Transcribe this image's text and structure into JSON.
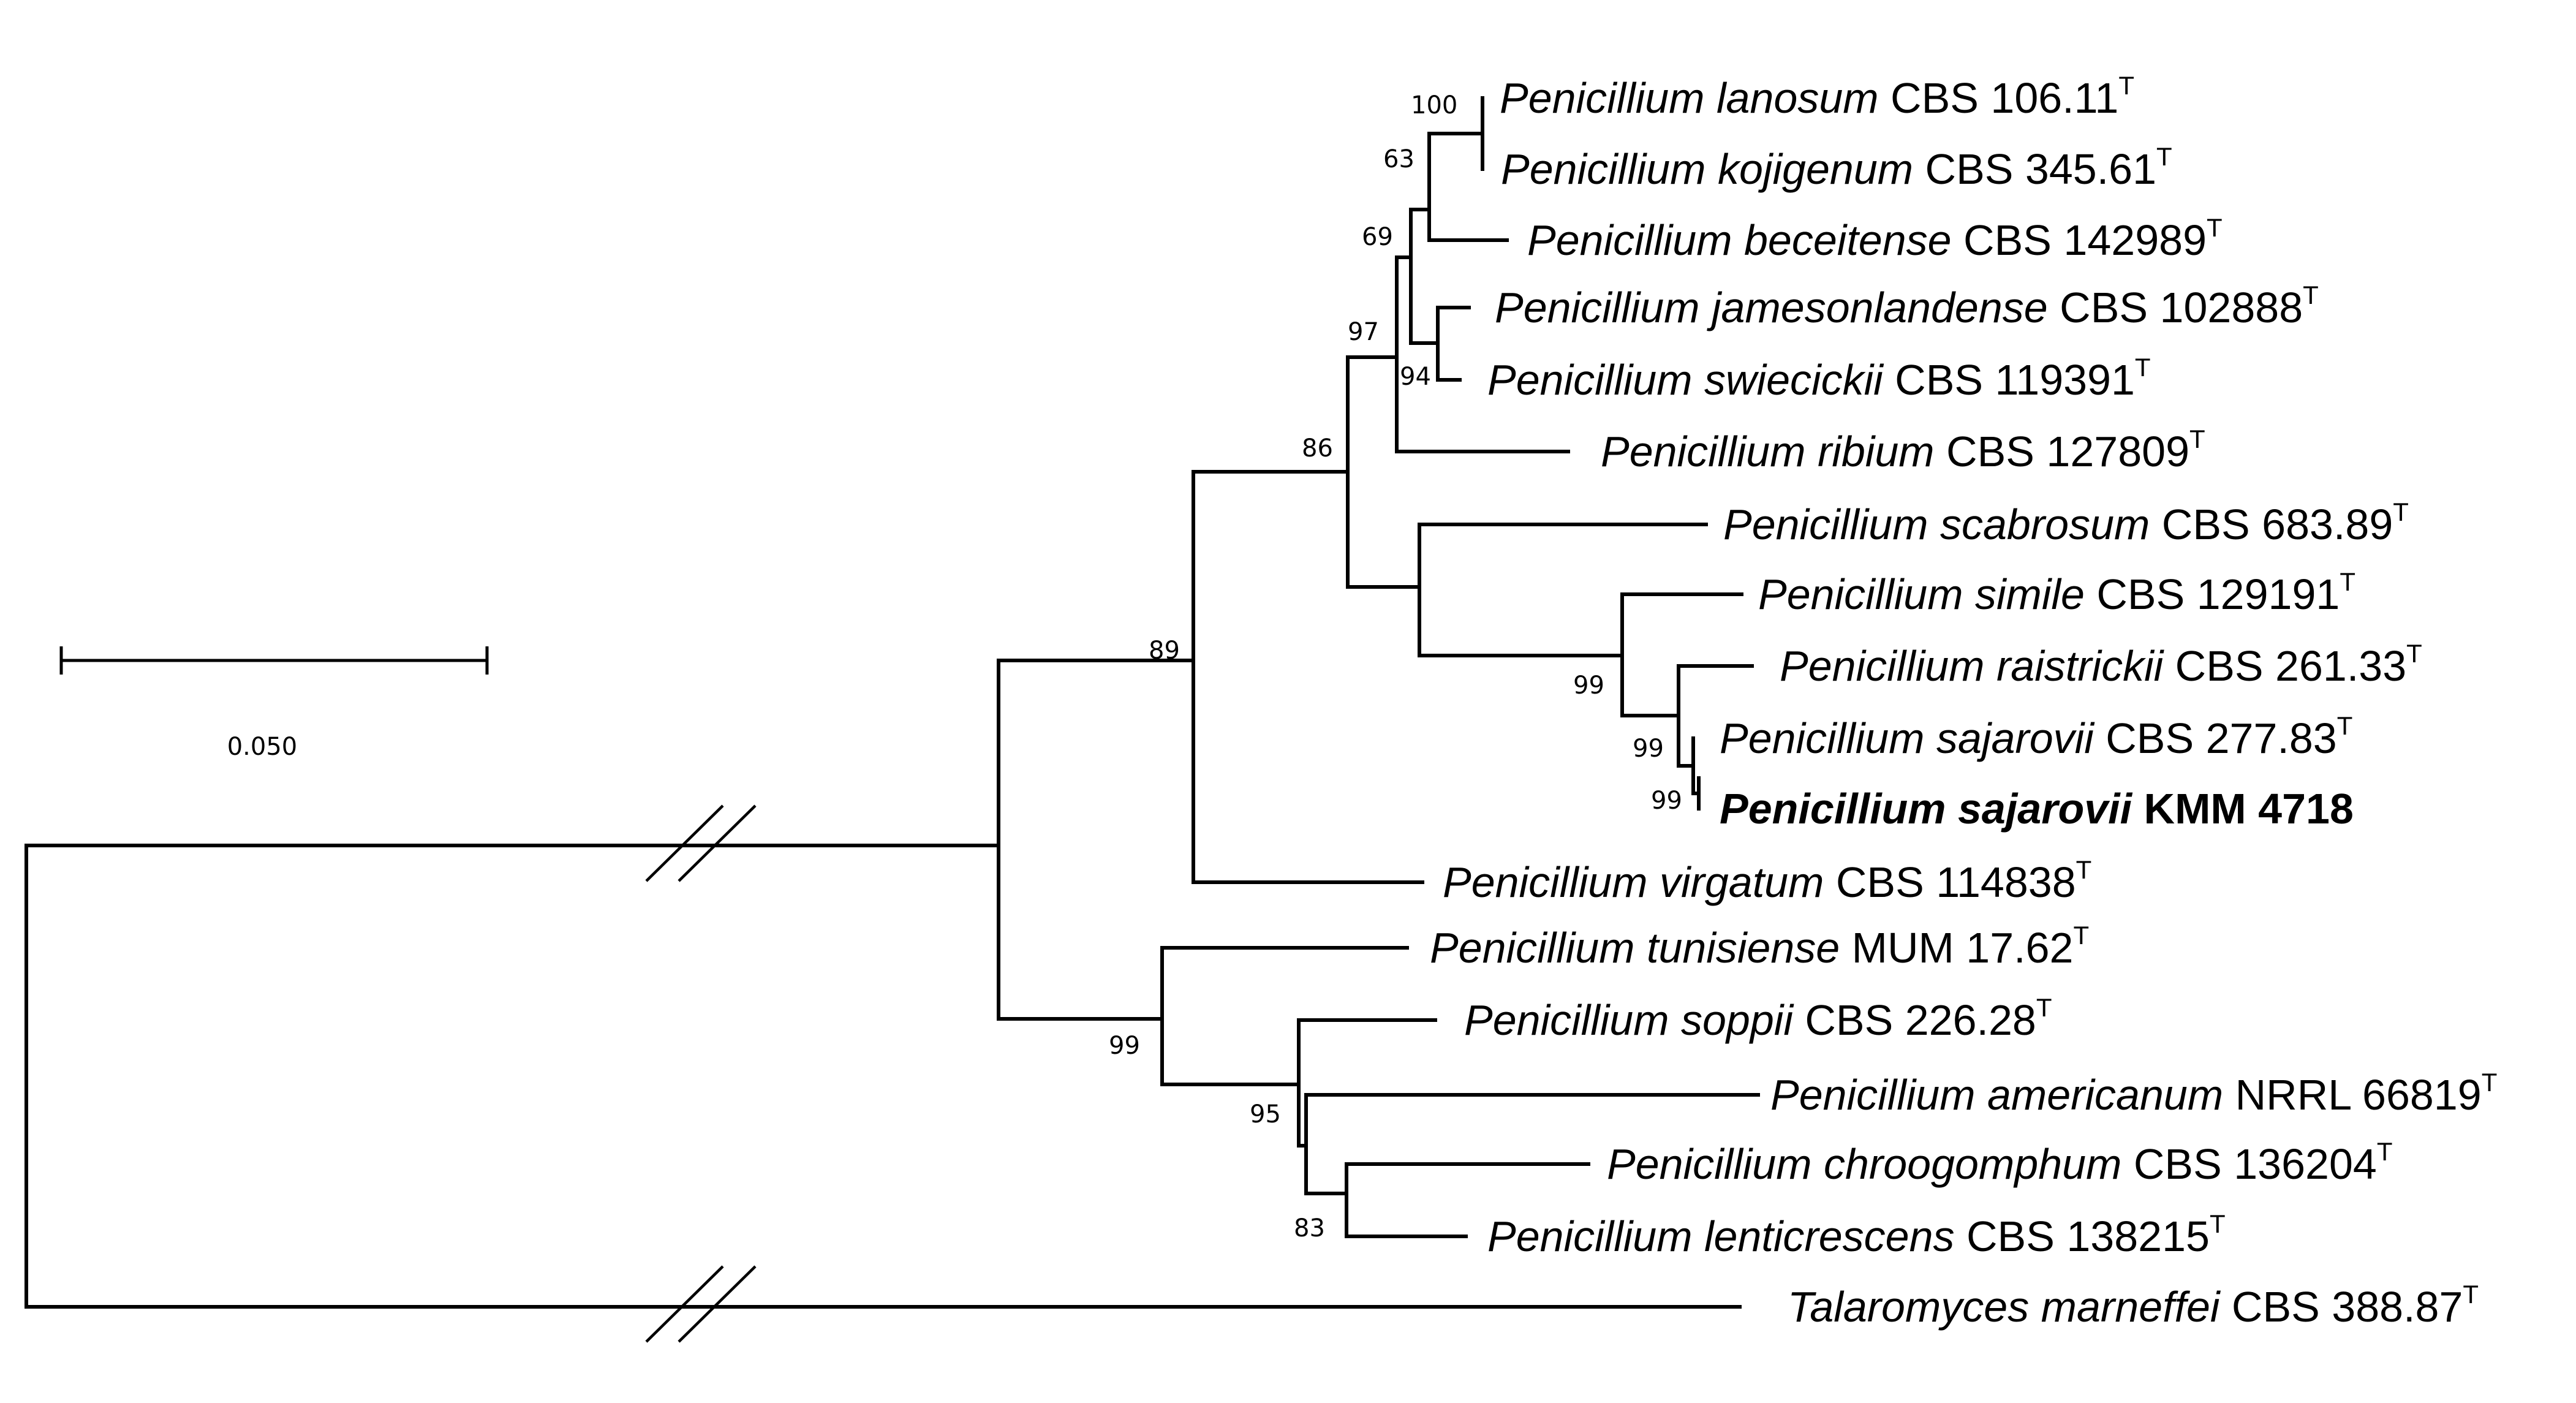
{
  "tree": {
    "taxa": [
      {
        "genus": "Penicillium lanosum",
        "strain": "CBS 106.11",
        "sup": "T",
        "bold": false
      },
      {
        "genus": "Penicillium kojigenum",
        "strain": "CBS 345.61",
        "sup": "T",
        "bold": false
      },
      {
        "genus": "Penicillium beceitense",
        "strain": "CBS 142989",
        "sup": "T",
        "bold": false
      },
      {
        "genus": "Penicillium jamesonlandense",
        "strain": "CBS 102888",
        "sup": "T",
        "bold": false
      },
      {
        "genus": "Penicillium swiecickii",
        "strain": "CBS 119391",
        "sup": "T",
        "bold": false
      },
      {
        "genus": "Penicillium ribium",
        "strain": "CBS 127809",
        "sup": "T",
        "bold": false
      },
      {
        "genus": "Penicillium scabrosum",
        "strain": "CBS 683.89",
        "sup": "T",
        "bold": false
      },
      {
        "genus": "Penicillium simile",
        "strain": "CBS 129191",
        "sup": "T",
        "bold": false
      },
      {
        "genus": "Penicillium raistrickii",
        "strain": "CBS 261.33",
        "sup": "T",
        "bold": false
      },
      {
        "genus": "Penicillium sajarovii",
        "strain": "CBS 277.83",
        "sup": "T",
        "bold": false
      },
      {
        "genus": "Penicillium sajarovii",
        "strain": "KMM 4718",
        "sup": "",
        "bold": true
      },
      {
        "genus": "Penicillium virgatum",
        "strain": "CBS 114838",
        "sup": "T",
        "bold": false
      },
      {
        "genus": "Penicillium tunisiense",
        "strain": "MUM 17.62",
        "sup": "T",
        "bold": false
      },
      {
        "genus": "Penicillium soppii",
        "strain": "CBS 226.28",
        "sup": "T",
        "bold": false
      },
      {
        "genus": "Penicillium americanum",
        "strain": "NRRL 66819",
        "sup": "T",
        "bold": false
      },
      {
        "genus": "Penicillium chroogomphum",
        "strain": "CBS 136204",
        "sup": "T",
        "bold": false
      },
      {
        "genus": "Penicillium lenticrescens",
        "strain": "CBS 138215",
        "sup": "T",
        "bold": false
      },
      {
        "genus": "Talaromyces marneffei",
        "strain": "CBS 388.87",
        "sup": "T",
        "bold": false
      }
    ],
    "bootstrap": [
      "100",
      "63",
      "69",
      "94",
      "97",
      "86",
      "99",
      "99",
      "99",
      "89",
      "99",
      "95",
      "83"
    ],
    "scale_bar": {
      "label": "0.050"
    }
  }
}
